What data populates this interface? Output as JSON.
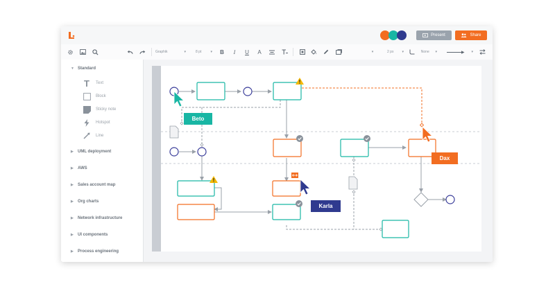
{
  "header": {
    "present_label": "Present",
    "share_label": "Share",
    "avatar_colors": [
      "#f26d21",
      "#19b6a4",
      "#3a3d9a"
    ]
  },
  "toolbar": {
    "font_name": "Graphik",
    "font_size": "8 pt",
    "line_width": "2 px",
    "line_end": "None"
  },
  "sidebar": {
    "standard_label": "Standard",
    "standard_shapes": [
      {
        "label": "Text",
        "icon": "text-icon"
      },
      {
        "label": "Block",
        "icon": "block-icon"
      },
      {
        "label": "Sticky note",
        "icon": "sticky-note-icon"
      },
      {
        "label": "Hotspot",
        "icon": "hotspot-icon"
      },
      {
        "label": "Line",
        "icon": "line-icon"
      }
    ],
    "libraries": [
      "UML deployment",
      "AWS",
      "Sales account map",
      "Org charts",
      "Network infrastructure",
      "UI components",
      "Process engineering"
    ]
  },
  "collaborators": [
    {
      "name": "Beto",
      "color": "#19b6a4"
    },
    {
      "name": "Karla",
      "color": "#2f3a8f"
    },
    {
      "name": "Dax",
      "color": "#f26d21"
    }
  ],
  "colors": {
    "teal": "#19b6a4",
    "orange": "#f26d21",
    "navy": "#2f3a8f",
    "warning": "#f5b800"
  }
}
